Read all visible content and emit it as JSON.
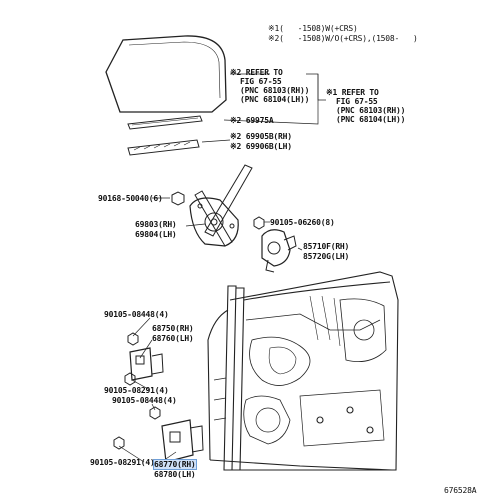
{
  "notes": {
    "note1": "※1(   -1508)W(+CRS)",
    "note2": "※2(   -1508)W/O(+CRS),(1508-   )"
  },
  "callouts": {
    "refer_a": [
      "※2 REFER TO",
      "FIG 67-55",
      "(PNC 68103(RH))",
      "(PNC 68104(LH))"
    ],
    "refer_b": [
      "※1 REFER TO",
      "FIG 67-55",
      "(PNC 68103(RH))",
      "(PNC 68104(LH))"
    ],
    "p69975a": "※2 69975A",
    "p69905b": "※2 69905B(RH)",
    "p69906b": "※2 69906B(LH)",
    "p90168": "90168-50040(6)",
    "p69803": "69803(RH)",
    "p69804": "69804(LH)",
    "p90105_06260": "90105-06260(8)",
    "p85710f": "85710F(RH)",
    "p85720g": "85720G(LH)",
    "p90105_08448_a": "90105-08448(4)",
    "p68750": "68750(RH)",
    "p68760": "68760(LH)",
    "p90105_08291_a": "90105-08291(4)",
    "p90105_08448_b": "90105-08448(4)",
    "p90105_08291_b": "90105-08291(4)",
    "p68770": "68770(RH)",
    "p68780": "68780(LH)"
  },
  "figure_id": "676528A"
}
